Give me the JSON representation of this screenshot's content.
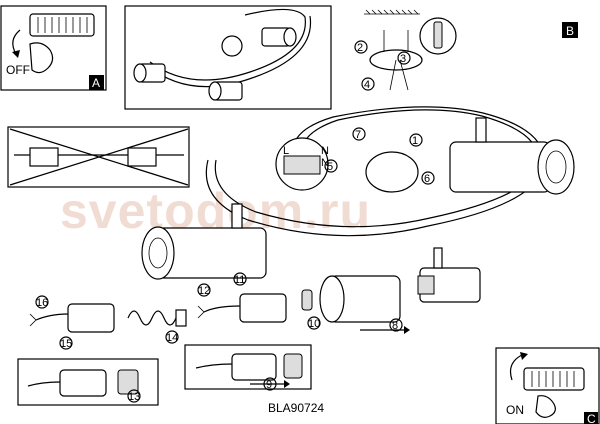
{
  "panel_labels": {
    "a": "A",
    "b": "B",
    "c": "C"
  },
  "switch_states": {
    "off": "OFF",
    "on": "ON"
  },
  "terminal_letters": [
    "L",
    "N",
    "N"
  ],
  "step_numbers": [
    "1",
    "2",
    "3",
    "4",
    "5",
    "6",
    "7",
    "8",
    "9",
    "10",
    "11",
    "12",
    "13",
    "14",
    "15",
    "16"
  ],
  "watermark": "svetodom.ru",
  "model_code": "BLA90724"
}
